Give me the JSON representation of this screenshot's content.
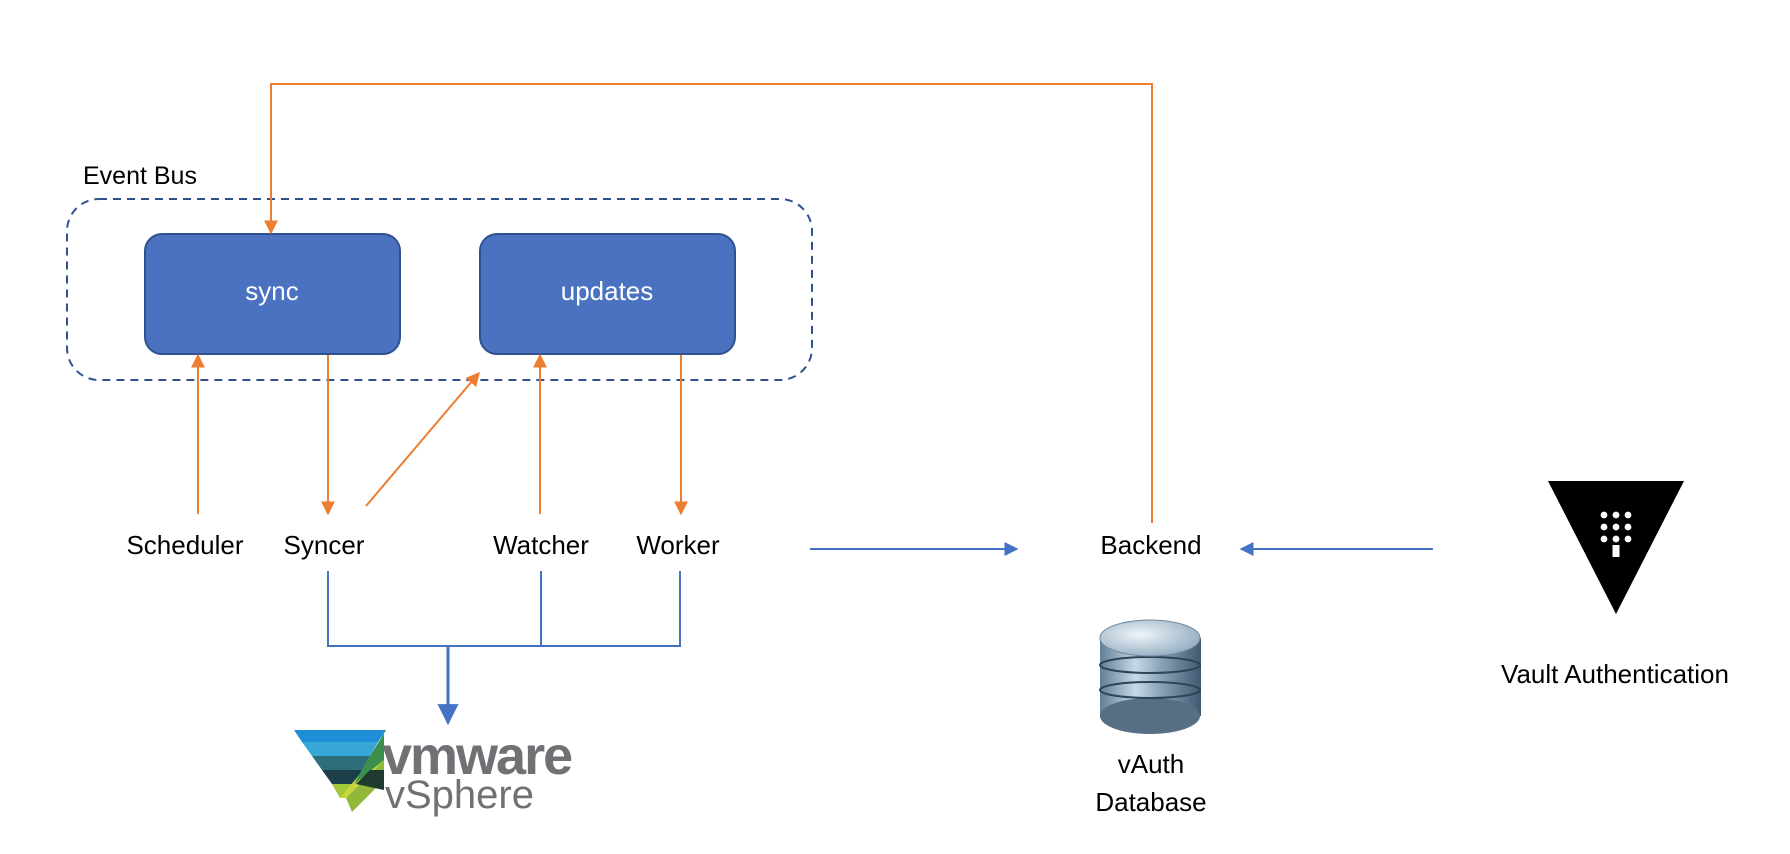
{
  "event_bus": {
    "label": "Event Bus"
  },
  "topics": {
    "sync": "sync",
    "updates": "updates"
  },
  "components": {
    "scheduler": "Scheduler",
    "syncer": "Syncer",
    "watcher": "Watcher",
    "worker": "Worker",
    "backend": "Backend"
  },
  "database": {
    "line1": "vAuth",
    "line2": "Database"
  },
  "vault": {
    "label": "Vault Authentication",
    "icon": "vault-triangle-icon"
  },
  "vmware_logo": {
    "brand": "vmware",
    "product": "vSphere",
    "icon": "vmware-vsphere-logo"
  },
  "colors": {
    "topic_fill": "#4a72c0",
    "topic_border": "#2f528f",
    "orange_arrow": "#ed7d31",
    "blue_arrow": "#4472c4",
    "bus_border": "#2f528f",
    "vmware_gray": "#717074"
  }
}
